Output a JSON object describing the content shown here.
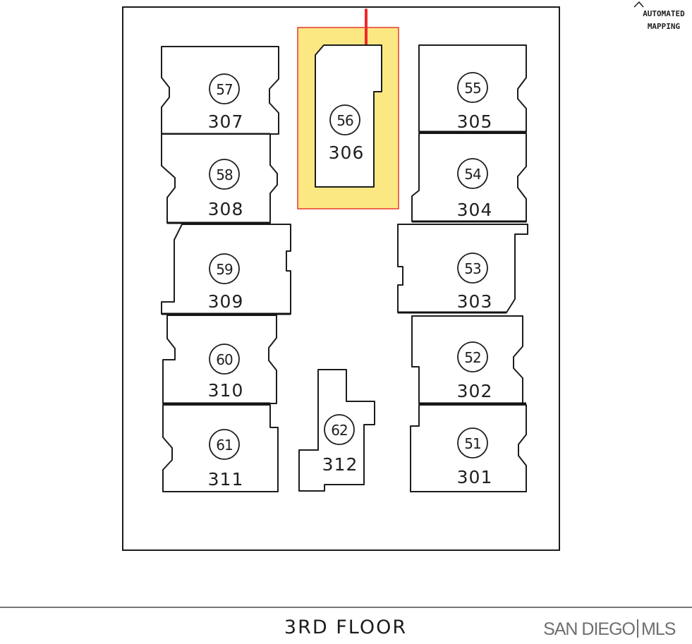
{
  "map": {
    "floor_label": "3RD FLOOR",
    "brand": {
      "left": "SAN DIEGO",
      "right": "MLS"
    },
    "stamp": {
      "line1": "AUTOMATED",
      "line2": "MAPPING"
    },
    "units": [
      {
        "parcel": "57",
        "unit": "307"
      },
      {
        "parcel": "58",
        "unit": "308"
      },
      {
        "parcel": "59",
        "unit": "309"
      },
      {
        "parcel": "60",
        "unit": "310"
      },
      {
        "parcel": "61",
        "unit": "311"
      },
      {
        "parcel": "56",
        "unit": "306",
        "highlighted": true
      },
      {
        "parcel": "55",
        "unit": "305"
      },
      {
        "parcel": "54",
        "unit": "304"
      },
      {
        "parcel": "53",
        "unit": "303"
      },
      {
        "parcel": "52",
        "unit": "302"
      },
      {
        "parcel": "51",
        "unit": "301"
      },
      {
        "parcel": "62",
        "unit": "312"
      }
    ]
  },
  "colors": {
    "highlight_fill": "#fbe883",
    "highlight_border": "#e63a2f",
    "marker": "#ee2a2a",
    "line": "#1c1c1c",
    "brand": "#6f6f6f"
  }
}
